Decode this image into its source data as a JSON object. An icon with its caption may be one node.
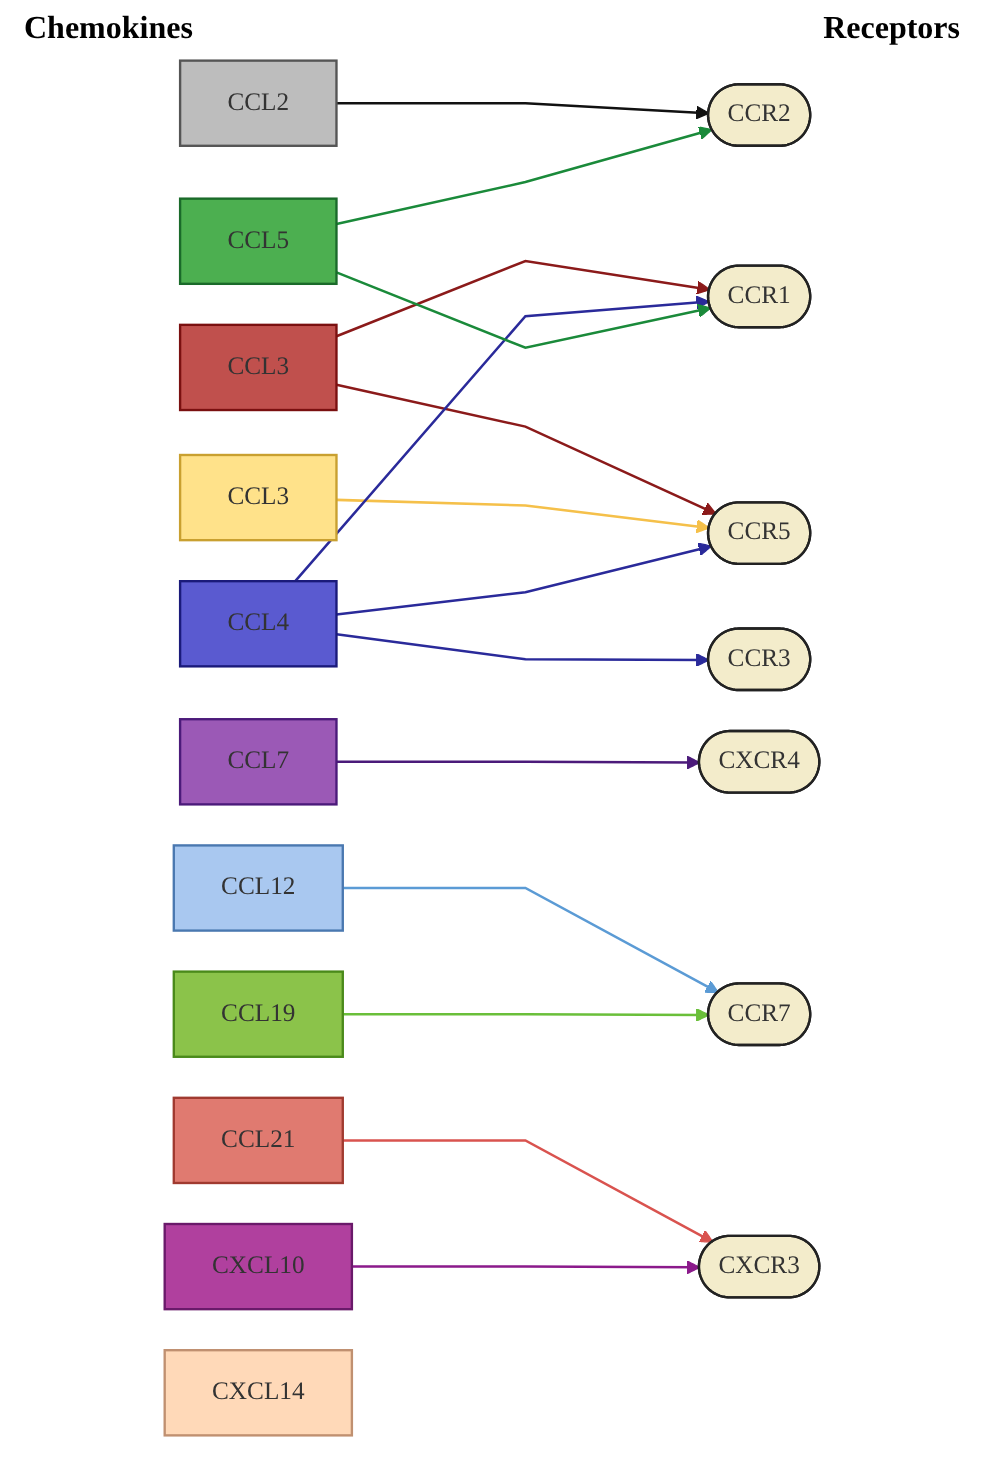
{
  "diagram": {
    "nodes": [
      {
        "text": [
          "CCL2"
        ]
      },
      {
        "text": [
          "CCL3"
        ]
      },
      {
        "text": [
          "CCL3"
        ]
      },
      {
        "text": [
          "CCL4"
        ]
      },
      {
        "text": [
          "CCL5"
        ]
      },
      {
        "text": [
          "CCL7"
        ]
      },
      {
        "text": [
          "CCL12"
        ]
      },
      {
        "text": [
          "CCL19"
        ]
      },
      {
        "text": [
          "CCL21"
        ]
      },
      {
        "text": [
          "CXCL10"
        ]
      },
      {
        "text": [
          "CXCL14"
        ]
      },
      {
        "text": [
          "CCR1"
        ]
      },
      {
        "text": [
          "CCR2"
        ]
      },
      {
        "text": [
          "CCR3"
        ]
      },
      {
        "text": [
          "CCR5"
        ]
      },
      {
        "text": [
          "CCR7"
        ]
      },
      {
        "text": [
          "CXCR4"
        ]
      },
      {
        "text": [
          "CXCR3"
        ]
      }
    ],
    "edges": [
      {
        "from": 0,
        "to": 12,
        "arrow": "to",
        "color": "#111111"
      },
      {
        "from": 1,
        "to": 11,
        "arrow": "to",
        "color": "#8b1a1a"
      },
      {
        "from": 1,
        "to": 14,
        "arrow": "to",
        "color": "#8b1a1a"
      },
      {
        "from": 2,
        "to": 14,
        "arrow": "to",
        "color": "#f5c04a"
      },
      {
        "from": 3,
        "to": 11,
        "arrow": "to",
        "color": "#2a2a9a"
      },
      {
        "from": 3,
        "to": 13,
        "arrow": "to",
        "color": "#2a2a9a"
      },
      {
        "from": 3,
        "to": 14,
        "arrow": "to",
        "color": "#2a2a9a"
      },
      {
        "from": 4,
        "to": 11,
        "arrow": "to",
        "color": "#1a8a3a"
      },
      {
        "from": 4,
        "to": 12,
        "arrow": "to",
        "color": "#1a8a3a"
      },
      {
        "from": 5,
        "to": 16,
        "arrow": "to",
        "color": "#4b1a7a"
      },
      {
        "from": 6,
        "to": 15,
        "arrow": "to",
        "color": "#5b9bd5"
      },
      {
        "from": 7,
        "to": 15,
        "arrow": "to",
        "color": "#6abf3a"
      },
      {
        "from": 8,
        "to": 17,
        "arrow": "to",
        "color": "#d9534f"
      },
      {
        "from": 9,
        "to": 17,
        "arrow": "to",
        "color": "#8b1a8b"
      }
    ],
    "labels": [
      "Chemokines",
      "Receptors"
    ]
  }
}
